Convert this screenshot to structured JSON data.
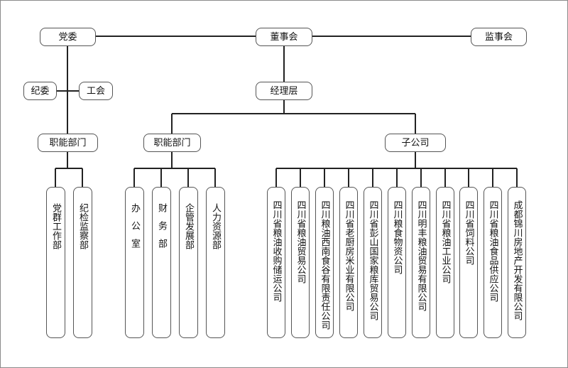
{
  "org": {
    "party_committee": "党委",
    "board": "董事会",
    "supervisory_board": "监事会",
    "discipline_committee": "纪委",
    "labor_union": "工会",
    "management": "经理层",
    "party_functional": {
      "label": "职能部门",
      "departments": [
        "党群工作部",
        "纪检监察部"
      ]
    },
    "management_functional": {
      "label": "职能部门",
      "departments": [
        "办公室",
        "财务部",
        "企管发展部",
        "人力资源部"
      ]
    },
    "subsidiaries": {
      "label": "子公司",
      "companies": [
        "四川省粮油收购储运公司",
        "四川省粮油贸易公司",
        "四川粮油西南食谷有限责任公司",
        "四川省老厨房米业有限公司",
        "四川省彭山国家粮库贸易公司",
        "四川粮食物资公司",
        "四川明丰粮油贸易有限公司",
        "四川省粮油工业公司",
        "四川省饲料公司",
        "四川省粮油食品供应公司",
        "成都锦川房地产开发有限公司"
      ]
    }
  },
  "colors": {
    "line": "#222222",
    "border": "#555555"
  }
}
